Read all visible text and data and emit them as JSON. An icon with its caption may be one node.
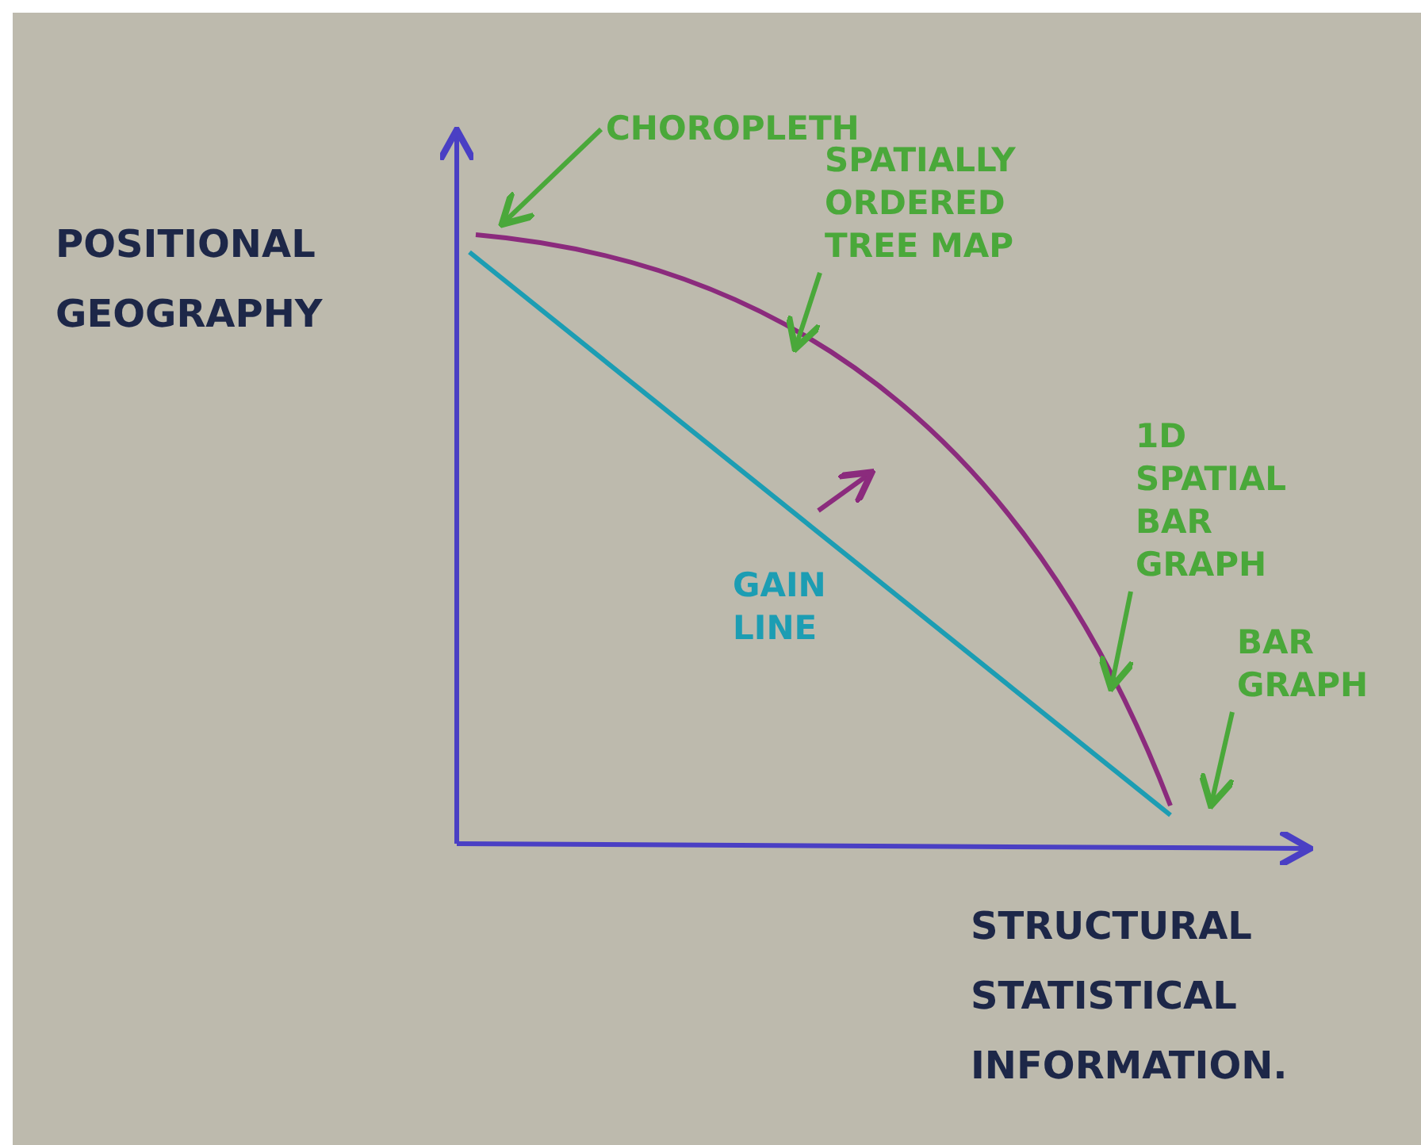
{
  "diagram": {
    "nodes": [
      {
        "text": [
          "CHOROPLETH"
        ]
      },
      {
        "text": [
          "SPATIALLY ORDERED TREE MAP"
        ]
      },
      {
        "text": [
          "1D SPATIAL BAR GRAPH"
        ]
      },
      {
        "text": [
          "BAR GRAPH"
        ]
      }
    ],
    "edges": [
      {
        "from": 0,
        "to": null,
        "arrow": "to"
      },
      {
        "from": 1,
        "to": null,
        "arrow": "to"
      },
      {
        "from": 2,
        "to": null,
        "arrow": "to"
      },
      {
        "from": 3,
        "to": null,
        "arrow": "to"
      }
    ],
    "labels": [
      "POSITIONAL GEOGRAPHY",
      "GAIN LINE",
      "STRUCTURAL STATISTICAL INFORMATION."
    ]
  }
}
